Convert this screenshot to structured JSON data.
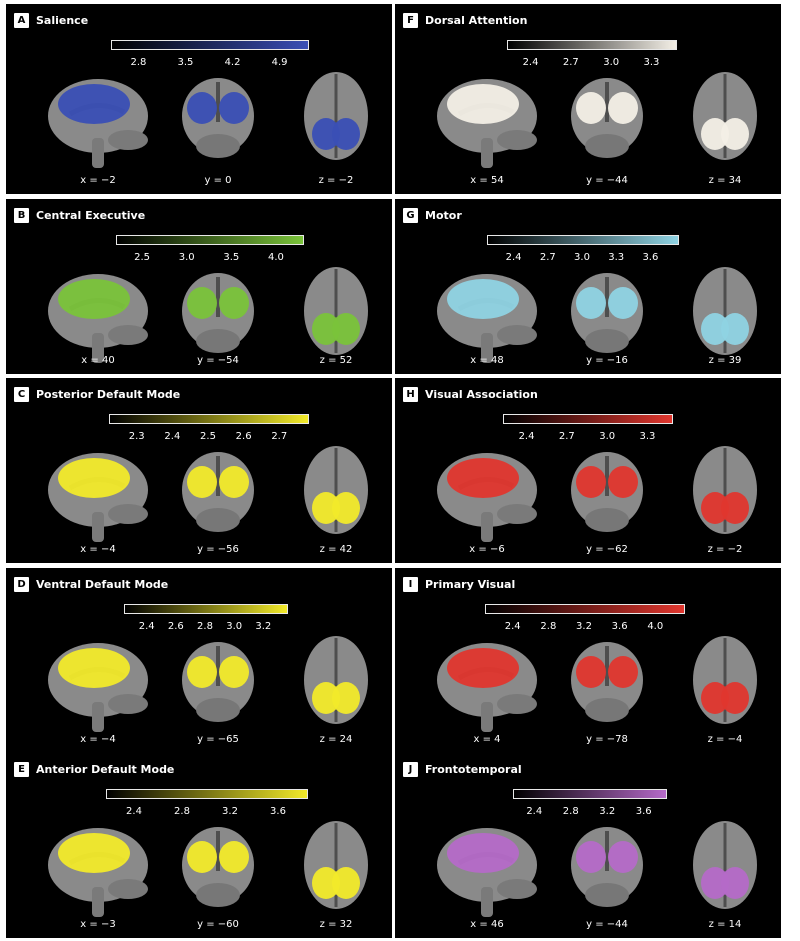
{
  "colors": {
    "panel_bg": "#000000",
    "brain_gray": "#8a8a8a",
    "brain_dark": "#4e4e4e"
  },
  "panels": [
    {
      "letter": "A",
      "title": "Salience",
      "color": "#3a4fb5",
      "ticks": [
        "2.8",
        "3.5",
        "4.2",
        "4.9"
      ],
      "coords": [
        "x = −2",
        "y = 0",
        "z = −2"
      ]
    },
    {
      "letter": "B",
      "title": "Central Executive",
      "color": "#7ac33a",
      "ticks": [
        "2.5",
        "3.0",
        "3.5",
        "4.0"
      ],
      "coords": [
        "x = 40",
        "y = −54",
        "z = 52"
      ]
    },
    {
      "letter": "C",
      "title": "Posterior Default Mode",
      "color": "#f2ea2a",
      "ticks": [
        "2.3",
        "2.4",
        "2.5",
        "2.6",
        "2.7"
      ],
      "coords": [
        "x = −4",
        "y = −56",
        "z = 42"
      ]
    },
    {
      "letter": "D",
      "title": "Ventral Default Mode",
      "color": "#f2ea2a",
      "ticks": [
        "2.4",
        "2.6",
        "2.8",
        "3.0",
        "3.2"
      ],
      "coords": [
        "x = −4",
        "y = −65",
        "z = 24"
      ]
    },
    {
      "letter": "E",
      "title": "Anterior Default Mode",
      "color": "#f2ea2a",
      "ticks": [
        "2.4",
        "2.8",
        "3.2",
        "3.6"
      ],
      "coords": [
        "x = −3",
        "y = −60",
        "z = 32"
      ]
    },
    {
      "letter": "F",
      "title": "Dorsal Attention",
      "color": "#f3efe6",
      "ticks": [
        "2.4",
        "2.7",
        "3.0",
        "3.3"
      ],
      "coords": [
        "x = 54",
        "y = −44",
        "z = 34"
      ]
    },
    {
      "letter": "G",
      "title": "Motor",
      "color": "#8fd3e3",
      "ticks": [
        "2.4",
        "2.7",
        "3.0",
        "3.3",
        "3.6"
      ],
      "coords": [
        "x = 48",
        "y = −16",
        "z = 39"
      ]
    },
    {
      "letter": "H",
      "title": "Visual Association",
      "color": "#e0362e",
      "ticks": [
        "2.4",
        "2.7",
        "3.0",
        "3.3"
      ],
      "coords": [
        "x = −6",
        "y = −62",
        "z = −2"
      ]
    },
    {
      "letter": "I",
      "title": "Primary Visual",
      "color": "#e0362e",
      "ticks": [
        "2.4",
        "2.8",
        "3.2",
        "3.6",
        "4.0"
      ],
      "coords": [
        "x = 4",
        "y = −78",
        "z = −4"
      ]
    },
    {
      "letter": "J",
      "title": "Frontotemporal",
      "color": "#b56ac8",
      "ticks": [
        "2.4",
        "2.8",
        "3.2",
        "3.6"
      ],
      "coords": [
        "x = 46",
        "y = −44",
        "z = 14"
      ]
    }
  ]
}
